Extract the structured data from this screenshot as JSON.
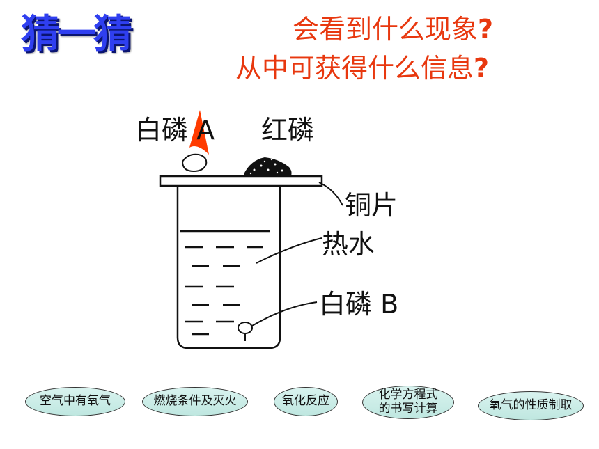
{
  "header": {
    "title_art": "猜一猜",
    "question1": "会看到什么现象",
    "question2": "从中可获得什么信息",
    "qmark": "?"
  },
  "diagram": {
    "white_phosphorus_a": "白磷 A",
    "red_phosphorus": "红磷",
    "copper_sheet": "铜片",
    "hot_water": "热水",
    "white_phosphorus_b": "白磷 B",
    "flame_color": "#ff3b00"
  },
  "links": [
    {
      "label": "空气中有氧气"
    },
    {
      "label": "燃烧条件及灭火"
    },
    {
      "label": "氧化反应"
    },
    {
      "label_line1": "化学方程式",
      "label_line2": "的书写计算"
    },
    {
      "label": "氧气的性质制取"
    }
  ],
  "colors": {
    "title": "#2f3ff0",
    "question": "#e8380f",
    "oval_fill": "#c8ece6"
  }
}
